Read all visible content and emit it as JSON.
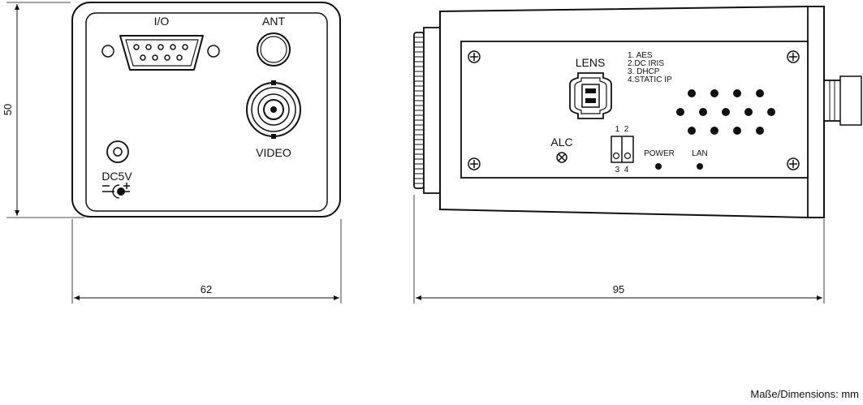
{
  "front_view": {
    "io_label": "I/O",
    "ant_label": "ANT",
    "video_label": "VIDEO",
    "dc_label": "DC5V"
  },
  "side_view": {
    "lens_label": "LENS",
    "alc_label": "ALC",
    "modes": [
      "1. AES",
      "2.DC IRIS",
      "3. DHCP",
      "4.STATIC IP"
    ],
    "dip_top": "1  2",
    "dip_bottom": "3  4",
    "power_label": "POWER",
    "lan_label": "LAN"
  },
  "dimensions": {
    "height": "50",
    "front_width": "62",
    "side_length": "95",
    "unit_note": "Maße/Dimensions: mm"
  }
}
